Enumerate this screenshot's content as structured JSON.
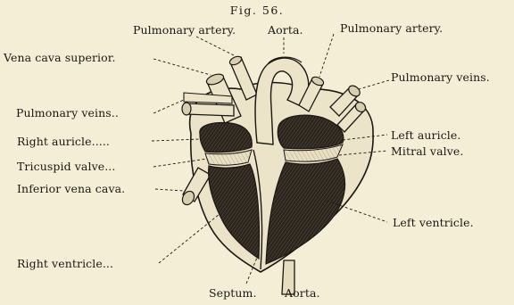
{
  "figure": {
    "title": "Fig. 56.",
    "labels": {
      "pulmonary_artery_left": "Pulmonary artery.",
      "aorta_top": "Aorta.",
      "pulmonary_artery_right": "Pulmonary artery.",
      "vena_cava_superior": "Vena cava superior.",
      "pulmonary_veins_right": "Pulmonary veins.",
      "pulmonary_veins_left": "Pulmonary veins..",
      "right_auricle": "Right auricle.....",
      "left_auricle": "Left auricle.",
      "tricuspid_valve": "Tricuspid valve...",
      "mitral_valve": "Mitral valve.",
      "inferior_vena_cava": "Inferior vena cava.",
      "left_ventricle": "Left ventricle.",
      "right_ventricle": "Right ventricle...",
      "septum": "Septum.",
      "aorta_bottom": "Aorta."
    }
  }
}
